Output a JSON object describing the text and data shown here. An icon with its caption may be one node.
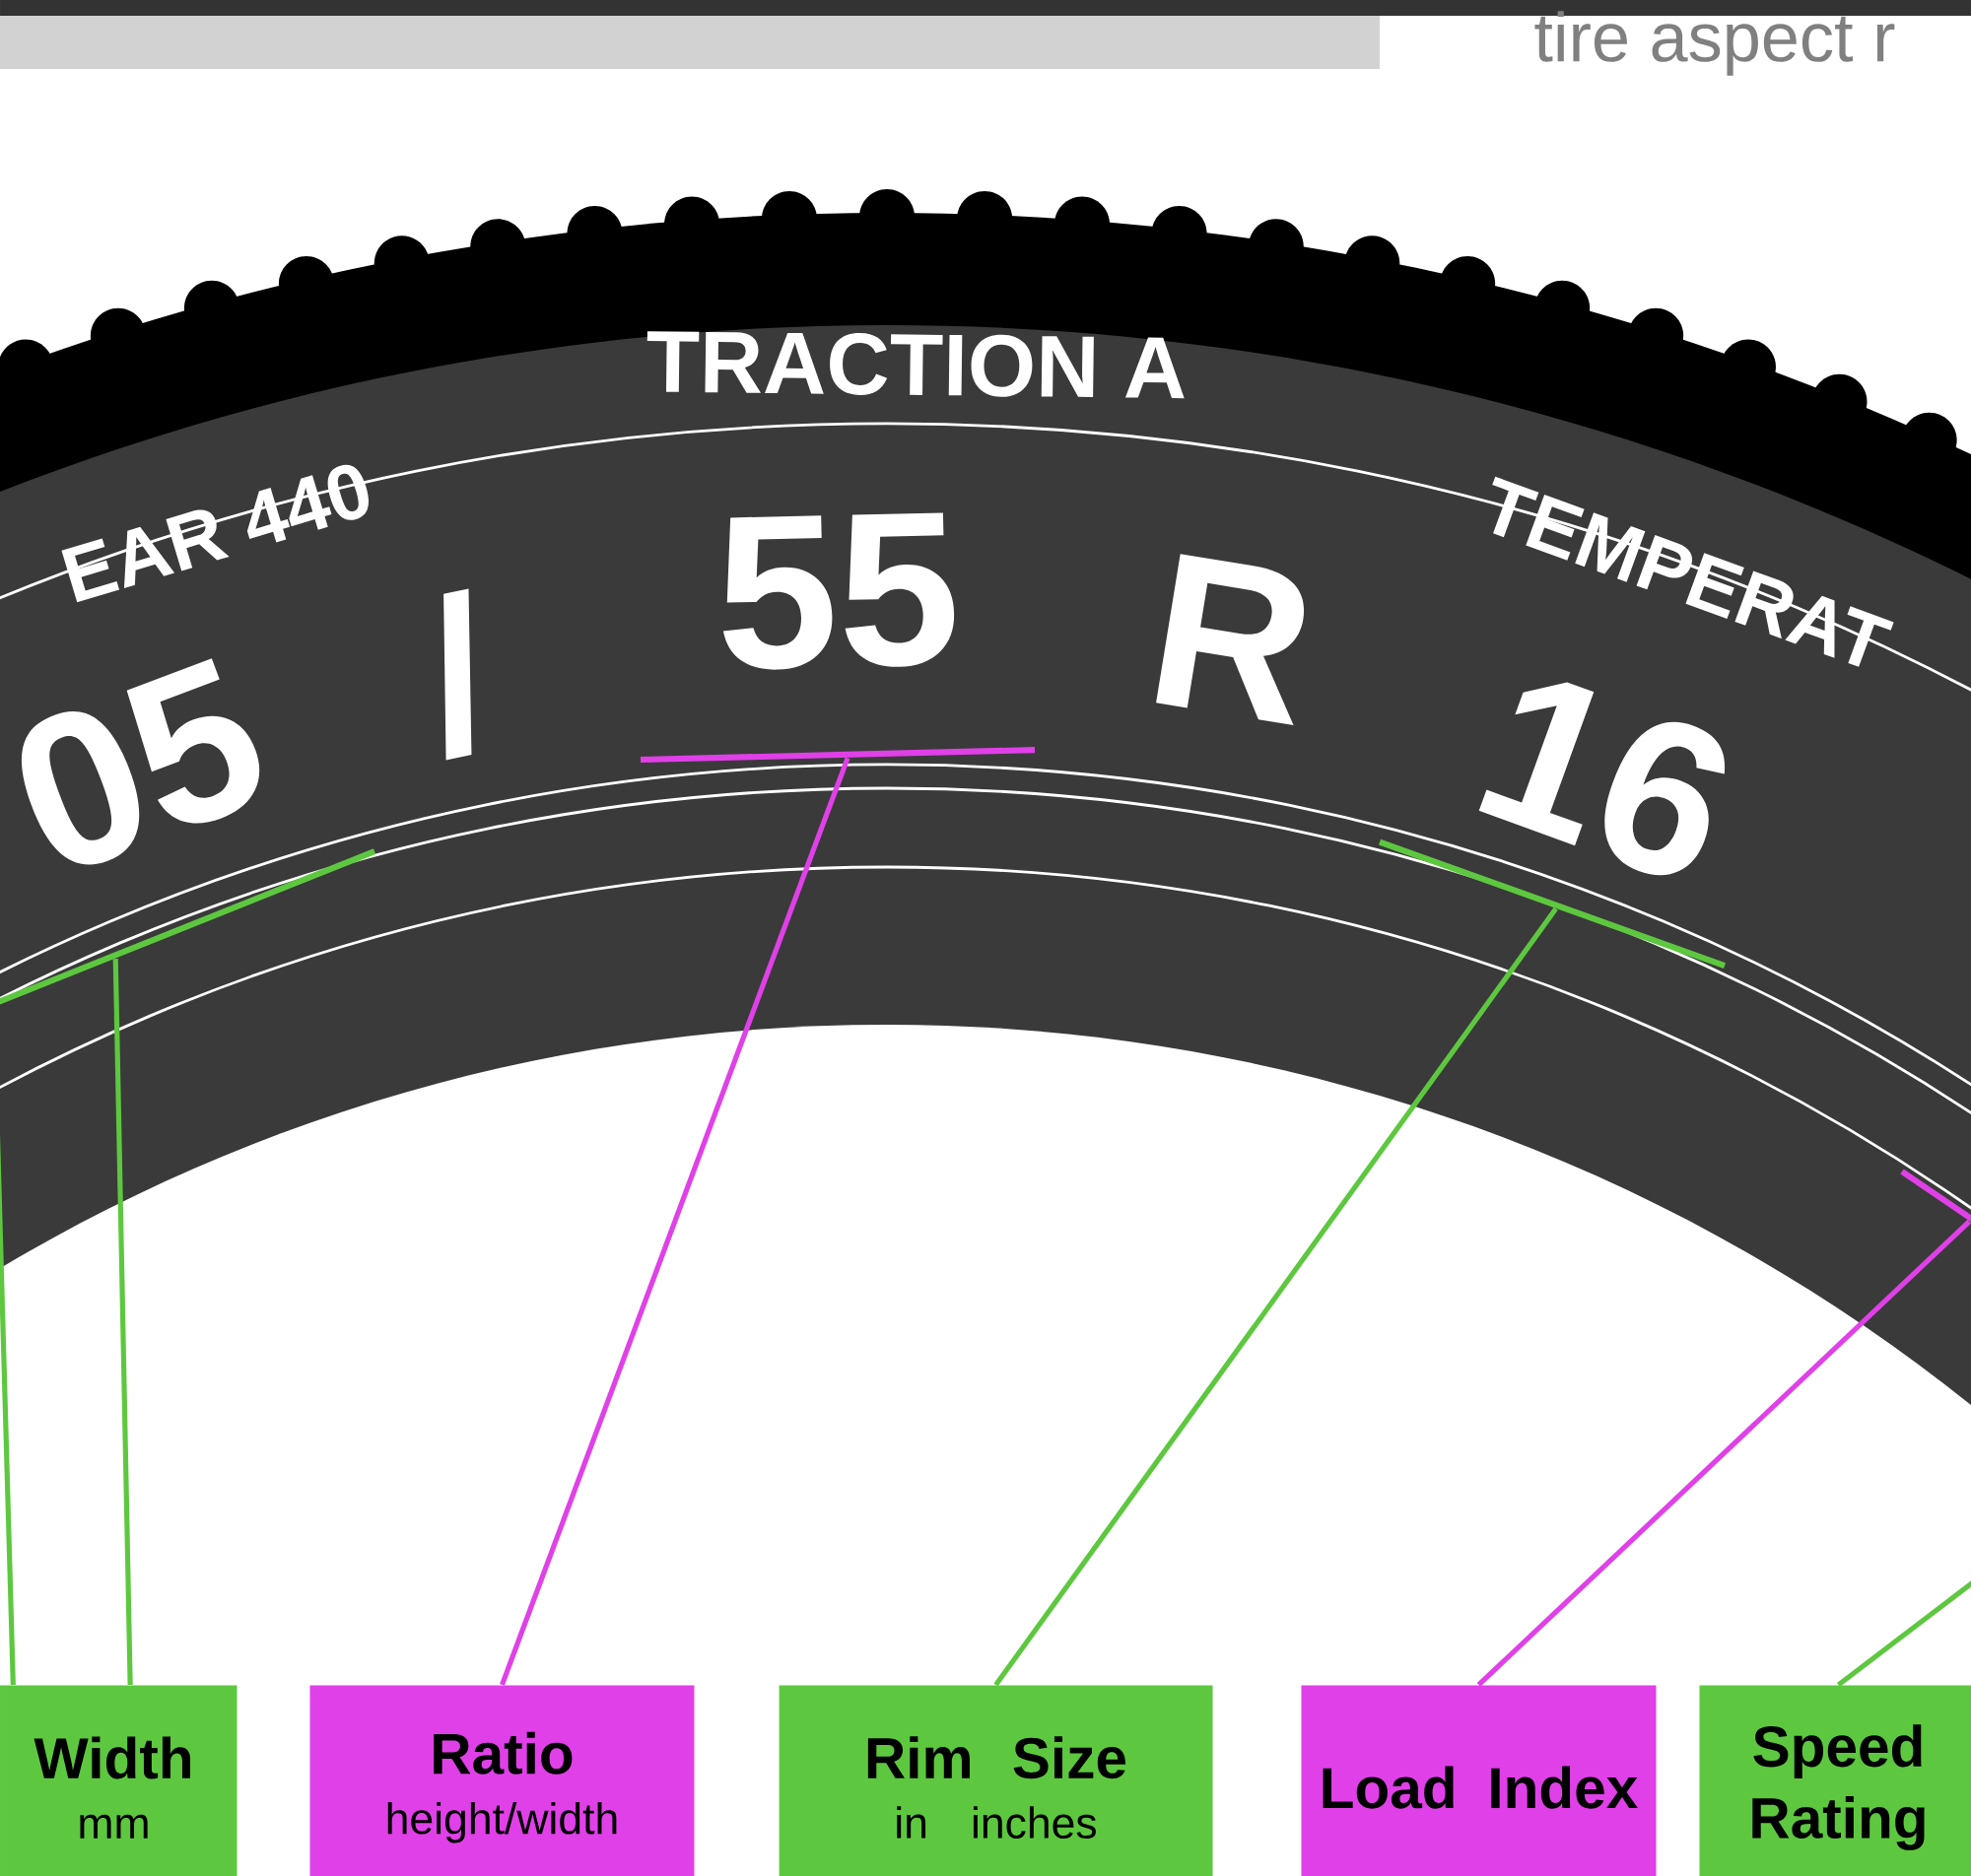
{
  "diagram": {
    "nodes": [
      {
        "text": [
          "Width",
          "mm"
        ]
      },
      {
        "text": [
          "Ratio",
          "height/width"
        ]
      },
      {
        "text": [
          "Rim Size",
          "in inches"
        ]
      },
      {
        "text": [
          "Load Index"
        ]
      },
      {
        "text": [
          "Speed Rating"
        ]
      },
      {
        "text": [],
        "shape": "bar"
      },
      {
        "text": [],
        "shape": "bar"
      },
      {
        "text": [],
        "shape": "bar"
      },
      {
        "text": [],
        "shape": "bar"
      }
    ],
    "edges": [
      {
        "from": 0,
        "to": 5,
        "arrow": "none",
        "color": "#5dc83f"
      },
      {
        "from": 0,
        "to": 5,
        "arrow": "none",
        "color": "#5dc83f"
      },
      {
        "from": 1,
        "to": 6,
        "arrow": "none",
        "color": "#e040e8"
      },
      {
        "from": 2,
        "to": 7,
        "arrow": "none",
        "color": "#5dc83f"
      },
      {
        "from": 3,
        "to": 8,
        "arrow": "none",
        "color": "#e040e8"
      },
      {
        "from": 4,
        "to": null,
        "arrow": "none",
        "color": "#5dc83f"
      }
    ],
    "labels": [
      "tire aspect r",
      "EAR 440",
      "TRACTION A",
      "TEMPERAT",
      "05",
      "/",
      "55",
      "R",
      "16"
    ]
  }
}
